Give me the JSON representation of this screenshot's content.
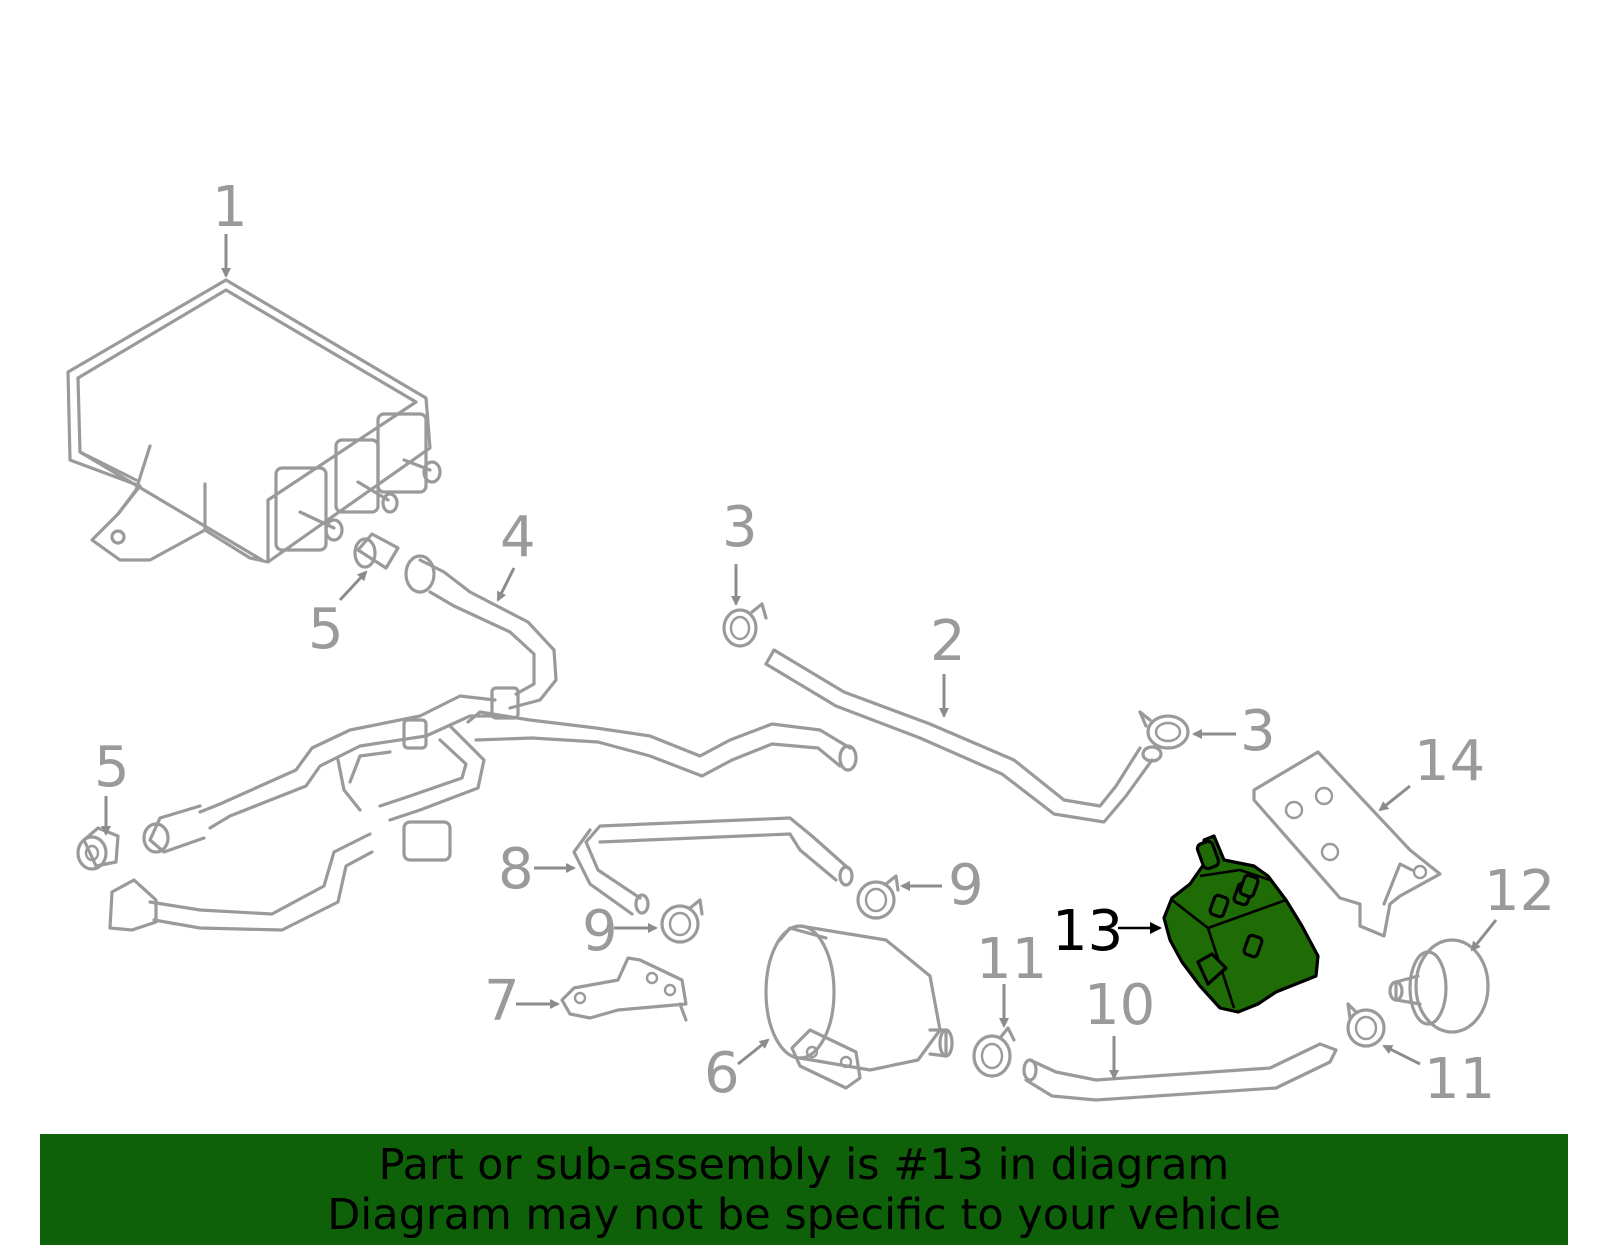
{
  "callouts": {
    "c1": "1",
    "c2": "2",
    "c3a": "3",
    "c3b": "3",
    "c4": "4",
    "c5a": "5",
    "c5b": "5",
    "c6": "6",
    "c7": "7",
    "c8": "8",
    "c9a": "9",
    "c9b": "9",
    "c10": "10",
    "c11a": "11",
    "c11b": "11",
    "c12": "12",
    "c13": "13",
    "c14": "14"
  },
  "banner": {
    "line1": "Part or sub-assembly is #13 in diagram",
    "line2": "Diagram may not be specific to your vehicle"
  },
  "colors": {
    "highlight": "#1f6b05",
    "banner": "#0f6109",
    "part_stroke": "#9a9a9a"
  }
}
